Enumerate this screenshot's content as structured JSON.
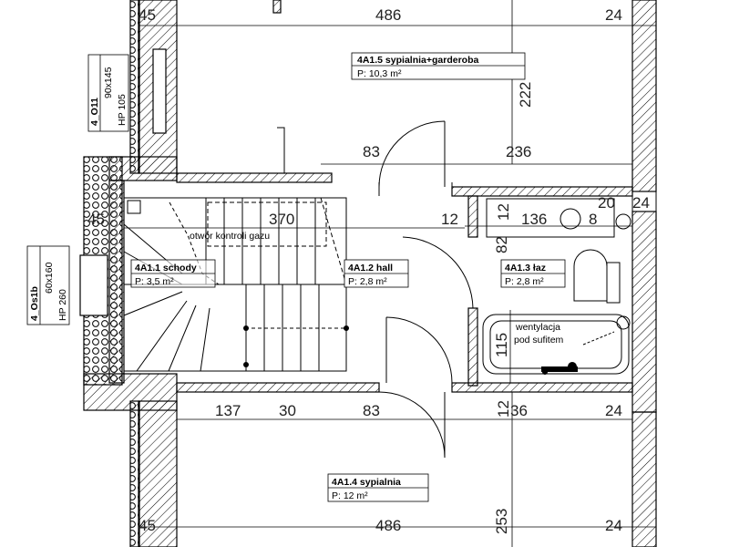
{
  "rooms": [
    {
      "id": "4A1.5",
      "name": "4A1.5 sypialnia+garderoba",
      "area": "P: 10,3 m²"
    },
    {
      "id": "4A1.1",
      "name": "4A1.1 schody",
      "area": "P: 3,5 m²"
    },
    {
      "id": "4A1.2",
      "name": "4A1.2 hall",
      "area": "P: 2,8 m²"
    },
    {
      "id": "4A1.3",
      "name": "4A1.3 łaz",
      "area": "P: 2,8 m²"
    },
    {
      "id": "4A1.4",
      "name": "4A1.4 sypialnia",
      "area": "P: 12 m²"
    }
  ],
  "dimensions": {
    "top_45": "45",
    "top_486": "486",
    "top_24": "24",
    "v_222": "222",
    "mid_83": "83",
    "mid_236": "236",
    "left_45": "45",
    "stair_370": "370",
    "hall_12": "12",
    "bath_12": "12",
    "bath_136": "136",
    "bath_8": "8",
    "bath_20": "20",
    "bath_24": "24",
    "bath_82": "82",
    "bath_115": "115",
    "low_137": "137",
    "low_30": "30",
    "low_83": "83",
    "low_12": "12",
    "low_36": "36",
    "low_24": "24",
    "v_253": "253",
    "bot_45": "45",
    "bot_486": "486",
    "bot_24": "24"
  },
  "windows": [
    {
      "code": "4_O11",
      "size": "90x145",
      "sill": "HP 105"
    },
    {
      "code": "4_Os1b",
      "size": "60x160",
      "sill": "HP 260"
    }
  ],
  "notes": {
    "gas": "otwór kontroli gazu",
    "vent_line1": "wentylacja",
    "vent_line2": "pod sufitem"
  }
}
